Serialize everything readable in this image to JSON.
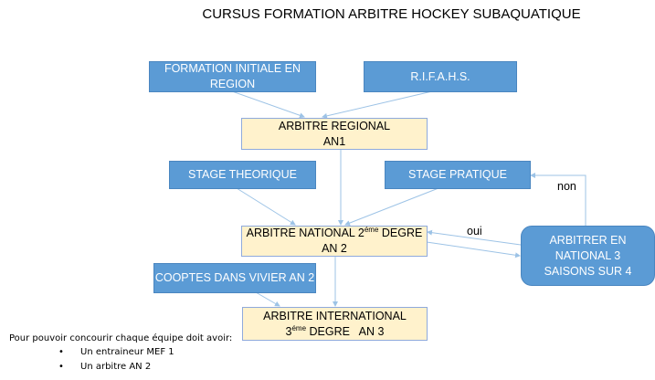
{
  "title": "CURSUS FORMATION ARBITRE HOCKEY SUBAQUATIQUE",
  "nodes": {
    "formation_initiale": "FORMATION INITIALE EN REGION",
    "rifahs": "R.I.F.A.H.S.",
    "an1": {
      "line1": "ARBITRE REGIONAL",
      "line2": "AN1"
    },
    "stage_theorique": "STAGE THEORIQUE",
    "stage_pratique": "STAGE PRATIQUE",
    "an2": {
      "line1_pre": "ARBITRE NATIONAL 2",
      "line1_sup": "éme",
      "line1_post": " DEGRE",
      "line2": "AN 2"
    },
    "arbitrer": "ARBITRER EN NATIONAL 3 SAISONS SUR 4",
    "cooptes": "COOPTES DANS VIVIER AN 2",
    "an3": {
      "line1": "ARBITRE INTERNATIONAL",
      "line2_pre": "3",
      "line2_sup": "éme",
      "line2_post": " DEGRE   AN 3"
    }
  },
  "edge_labels": {
    "oui": "oui",
    "non": "non"
  },
  "note": {
    "intro": "Pour pouvoir concourir chaque équipe doit avoir:",
    "bullets": [
      "Un entraineur MEF 1",
      "Un arbitre AN 2"
    ]
  },
  "colors": {
    "blue_box": "#5B9BD5",
    "yellow_box": "#FFF2CC",
    "arrow": "#9DC3E6"
  }
}
